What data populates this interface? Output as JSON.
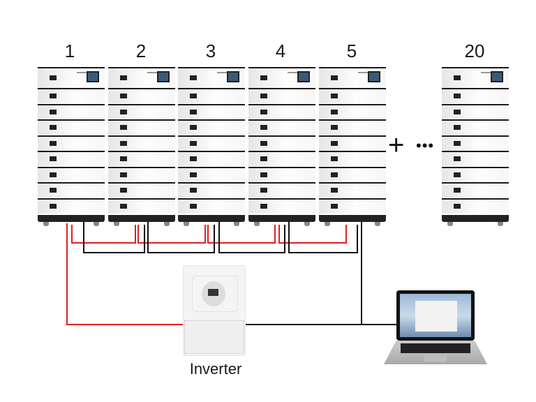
{
  "diagram": {
    "stack_labels": [
      "1",
      "2",
      "3",
      "4",
      "5",
      "20"
    ],
    "continuation": {
      "plus": "+",
      "ellipsis": "•••"
    },
    "inverter_label": "Inverter",
    "modules_per_stack": 9,
    "colors": {
      "positive_wire": "#e02020",
      "negative_wire": "#111111",
      "background": "#ffffff"
    },
    "components": [
      "battery-stack",
      "inverter",
      "laptop"
    ]
  }
}
